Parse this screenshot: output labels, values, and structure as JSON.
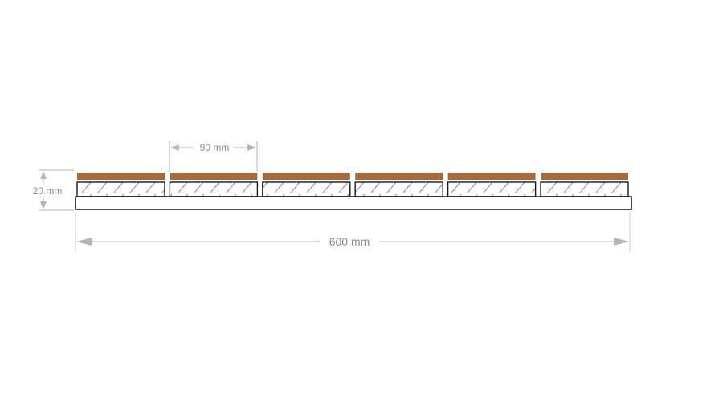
{
  "dimensions": {
    "slat_width_label": "90 mm",
    "height_label": "20 mm",
    "total_width_label": "600 mm"
  },
  "panel": {
    "slat_count": 6
  },
  "colors": {
    "wood_veneer": "#a36b3e",
    "outline": "#1a1a1a",
    "hatch": "#8c8c8c",
    "dimension_line": "#b5b5b5",
    "dimension_text": "#8a8a8a",
    "background": "#ffffff"
  }
}
